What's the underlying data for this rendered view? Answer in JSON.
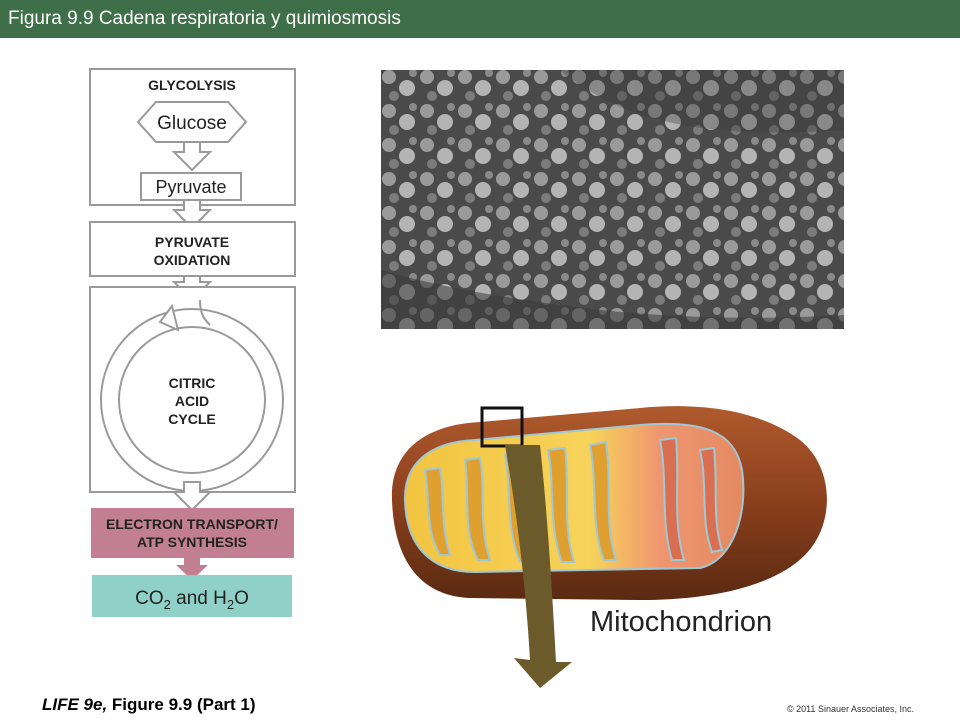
{
  "slide": {
    "title": "Figura 9.9  Cadena respiratoria y quimiosmosis",
    "footer_book": "LIFE 9e,",
    "footer_figure": "Figure 9.9 (Part 1)",
    "copyright": "© 2011 Sinauer Associates, Inc."
  },
  "flowchart": {
    "glycolysis": "GLYCOLYSIS",
    "glucose": "Glucose",
    "pyruvate": "Pyruvate",
    "pyruvate_oxidation_1": "PYRUVATE",
    "pyruvate_oxidation_2": "OXIDATION",
    "citric_1": "CITRIC",
    "citric_2": "ACID",
    "citric_3": "CYCLE",
    "etc_1": "ELECTRON TRANSPORT/",
    "etc_2": "ATP SYNTHESIS",
    "products": {
      "co": "CO",
      "sub1": "2",
      "and_h": " and H",
      "sub2": "2",
      "o": "O"
    }
  },
  "mitochondrion": {
    "label": "Mitochondrion"
  },
  "colors": {
    "title_bar": "#3f6f48",
    "etc_box": "#c27f93",
    "products_box": "#8fd1c8",
    "arrow": "#6b5a2a"
  }
}
